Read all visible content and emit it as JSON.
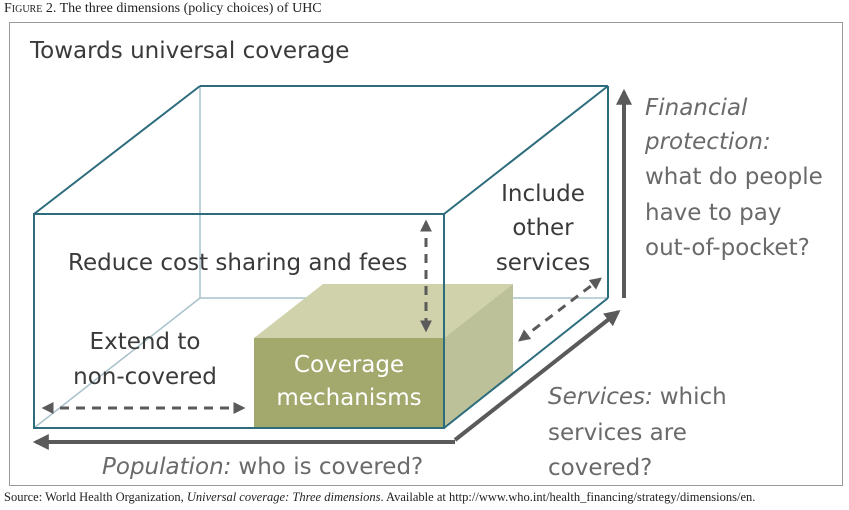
{
  "caption": {
    "label": "Figure 2.",
    "text": "The three dimensions (policy choices) of UHC"
  },
  "title": "Towards universal coverage",
  "inside": {
    "reduce": "Reduce cost sharing and fees",
    "include": [
      "Include",
      "other",
      "services"
    ],
    "extend": [
      "Extend to",
      "non-covered"
    ],
    "coverage": [
      "Coverage",
      "mechanisms"
    ]
  },
  "financial": {
    "italic": [
      "Financial",
      "protection:"
    ],
    "rest": [
      "what do people",
      "have to pay",
      "out-of-pocket?"
    ]
  },
  "services_axis": {
    "italic": "Services:",
    "rest": [
      "which",
      "services are",
      "covered?"
    ]
  },
  "population_axis": {
    "italic": "Population:",
    "rest": "who is covered?"
  },
  "source": {
    "prefix": "Source: World Health Organization, ",
    "title": "Universal coverage: Three dimensions",
    "suffix": ". Available at http://www.who.int/health_financing/strategy/dimensions/en."
  },
  "colors": {
    "box_edge": "#2c6c7c",
    "box_back": "#a8c2cc",
    "arrow": "#5a5a5a",
    "cube_front": "#a3a86c",
    "cube_top": "#cfd2ab",
    "cube_side": "#bdc199",
    "text_dark": "#3a3a3a",
    "text_axis": "#6a6a6a"
  }
}
